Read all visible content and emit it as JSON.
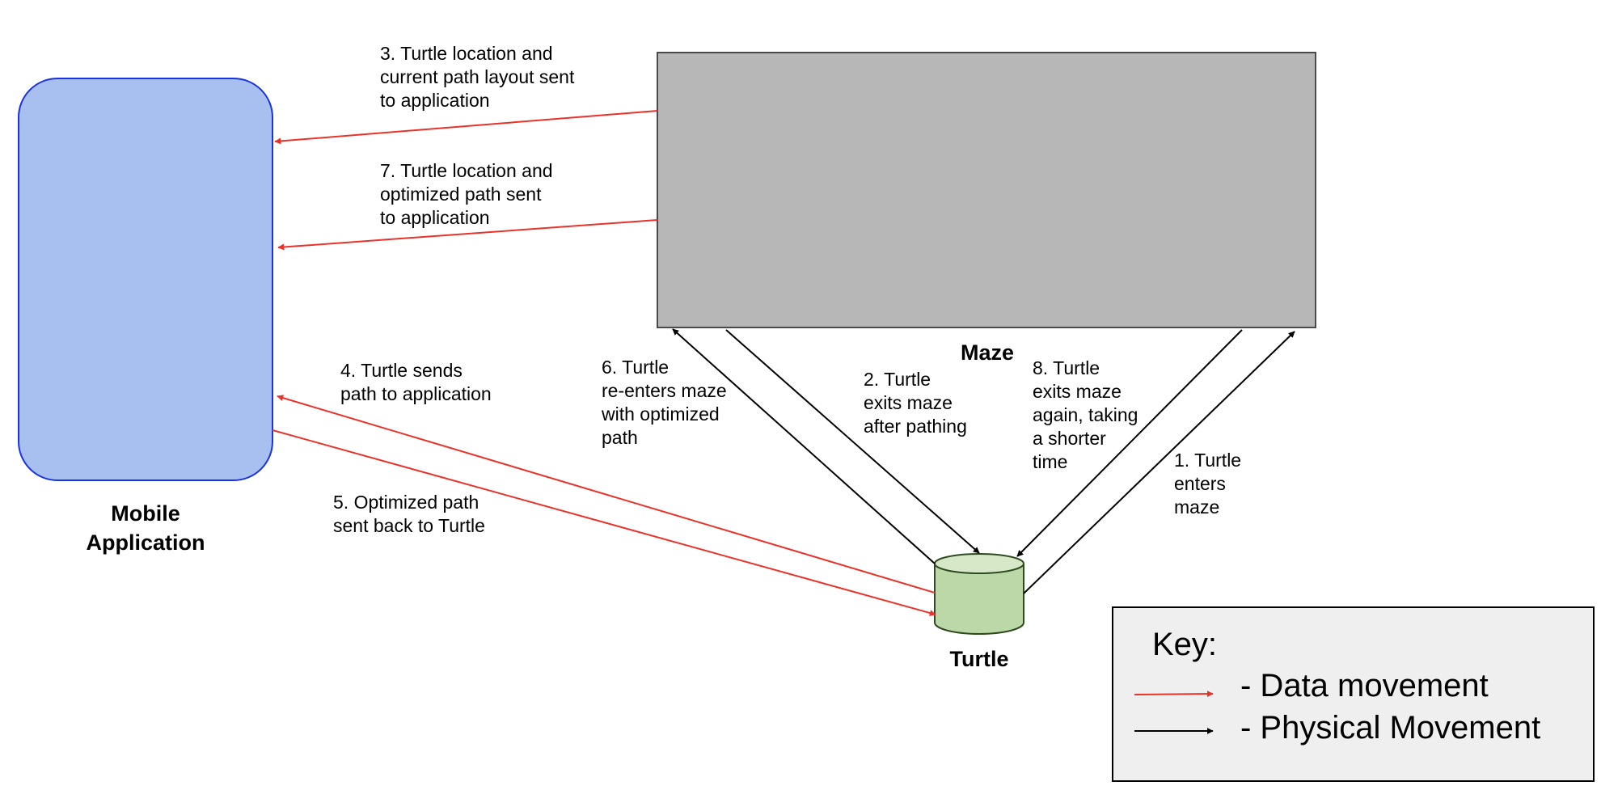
{
  "nodes": {
    "mobile_app": {
      "line1": "Mobile",
      "line2": "Application",
      "fill": "#a8c0ef",
      "stroke": "#1a32e0"
    },
    "maze": {
      "label": "Maze",
      "fill": "#b7b7b7",
      "stroke": "#4a4a4a"
    },
    "turtle": {
      "label": "Turtle",
      "fill": "#bcd7a8",
      "top_fill": "#d6e8c8",
      "stroke": "#2f4a1e"
    }
  },
  "steps": {
    "s1": [
      "1. Turtle",
      "enters",
      "maze"
    ],
    "s2": [
      "2. Turtle",
      "exits maze",
      "after pathing"
    ],
    "s3": [
      "3. Turtle location and",
      "current path layout sent",
      "to application"
    ],
    "s4": [
      "4. Turtle sends",
      "path to application"
    ],
    "s5": [
      "5. Optimized path",
      "sent back to Turtle"
    ],
    "s6": [
      "6. Turtle",
      "re-enters maze",
      "with optimized",
      "path"
    ],
    "s7": [
      "7. Turtle location and",
      "optimized path sent",
      "to application"
    ],
    "s8": [
      "8. Turtle",
      "exits maze",
      "again, taking",
      "a shorter",
      "time"
    ]
  },
  "key": {
    "title": "Key:",
    "data_movement": "- Data movement",
    "physical_movement": "- Physical Movement",
    "fill": "#efefef"
  },
  "colors": {
    "data_arrow": "#e8322a",
    "physical_arrow": "#000000"
  }
}
